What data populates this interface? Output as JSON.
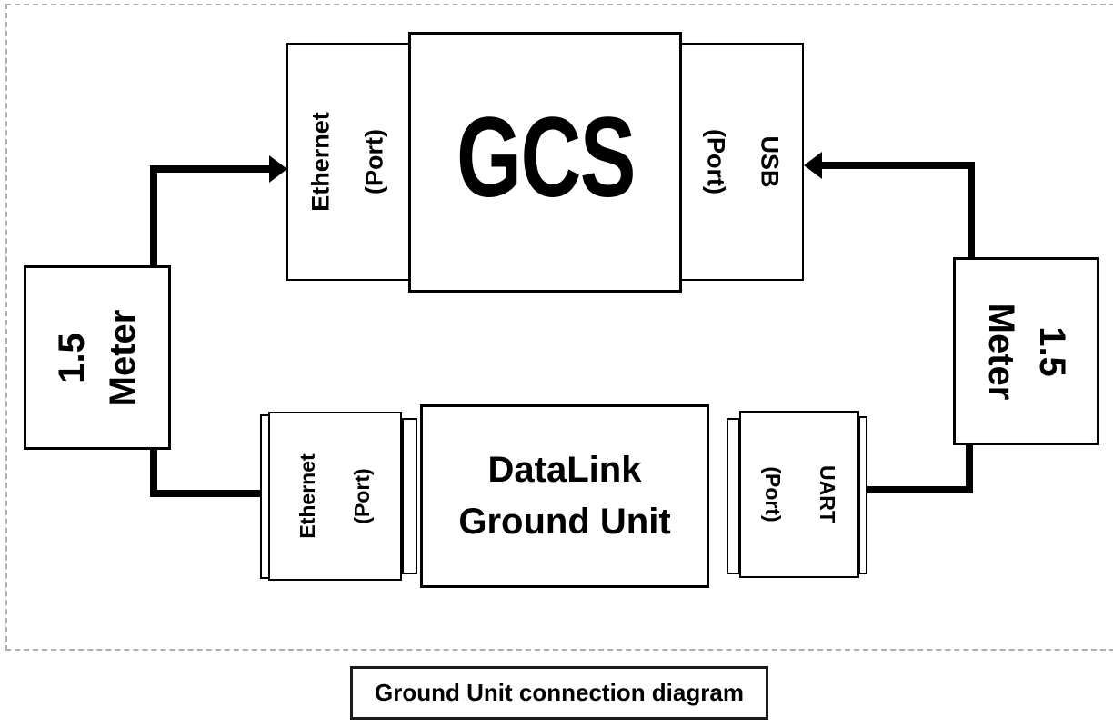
{
  "caption": {
    "text": "Ground Unit connection diagram"
  },
  "gcs": {
    "title": "GCS",
    "left_port": {
      "line1": "Ethernet",
      "line2": "(Port)"
    },
    "right_port": {
      "line1": "USB",
      "line2": "(Port)"
    }
  },
  "ground_unit": {
    "title_line1": "DataLink",
    "title_line2": "Ground Unit",
    "left_port": {
      "line1": "Ethernet",
      "line2": "(Port)"
    },
    "right_port": {
      "line1": "UART",
      "line2": "(Port)"
    }
  },
  "cables": {
    "left": {
      "line1": "1.5",
      "line2": "Meter"
    },
    "right": {
      "line1": "1.5",
      "line2": "Meter"
    }
  },
  "colors": {
    "line": "#000000",
    "box_border": "#000000",
    "dashed_border": "#aeaeae",
    "background": "#ffffff"
  }
}
